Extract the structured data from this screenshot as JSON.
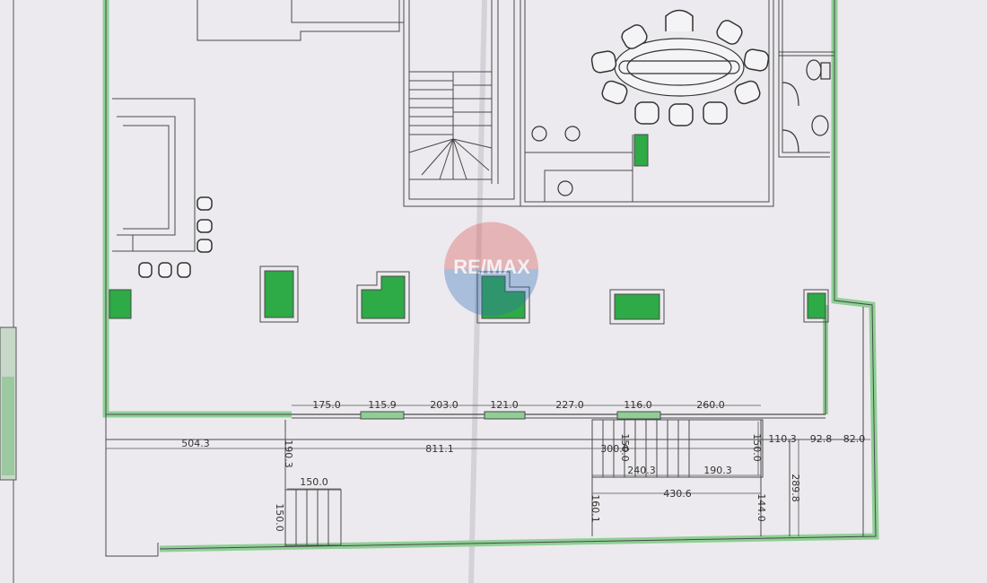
{
  "colors": {
    "paper": "#eceaee",
    "line": "#4a4a4a",
    "wall_green": "#8fcf95",
    "fill_green": "#2eaa46",
    "watermark_red": "#d9534f",
    "watermark_blue": "#2f6fb7"
  },
  "watermark": {
    "text": "RE/MAX"
  },
  "dimensions": {
    "top_row": [
      "175.0",
      "115.9",
      "203.0",
      "121.0",
      "227.0",
      "116.0",
      "260.0"
    ],
    "d504": "504.3",
    "d190a": "190.3",
    "d811": "811.1",
    "d300": "300.0",
    "d150a": "150.0",
    "d150b": "150.0",
    "d1103": "110.3",
    "d928": "92.8",
    "d820": "82.0",
    "d2403": "240.3",
    "d1903": "190.3",
    "d2898": "289.8",
    "d1500c": "150.0",
    "d1500d": "150.0",
    "d4306": "430.6",
    "d1601": "160.1",
    "d1440": "144.0"
  }
}
